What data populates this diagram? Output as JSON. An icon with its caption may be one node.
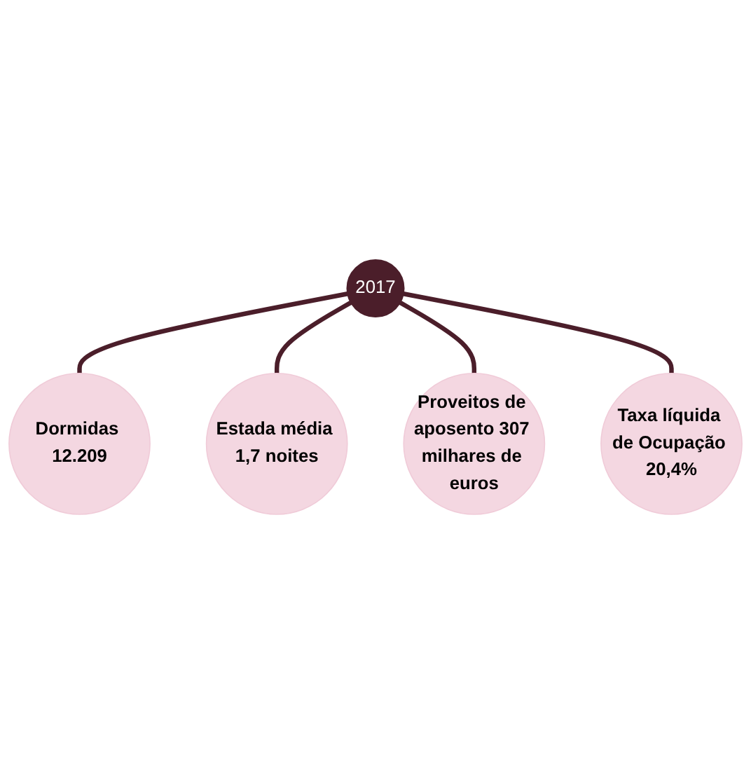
{
  "diagram": {
    "nodes": [
      {
        "text": [
          "Dormidas 12.209"
        ]
      },
      {
        "text": [
          "Estada média 1,7 noites"
        ]
      },
      {
        "text": [
          "2017"
        ]
      },
      {
        "text": [
          "Proveitos de aposento 307 milhares de euros"
        ]
      },
      {
        "text": [
          "Taxa líquida de Ocupação 20,4%"
        ]
      }
    ],
    "edges": [
      {
        "from": 2,
        "to": 0,
        "arrow": "none"
      },
      {
        "from": 2,
        "to": 1,
        "arrow": "none"
      },
      {
        "from": 2,
        "to": 3,
        "arrow": "none"
      },
      {
        "from": 2,
        "to": 4,
        "arrow": "none"
      }
    ]
  }
}
